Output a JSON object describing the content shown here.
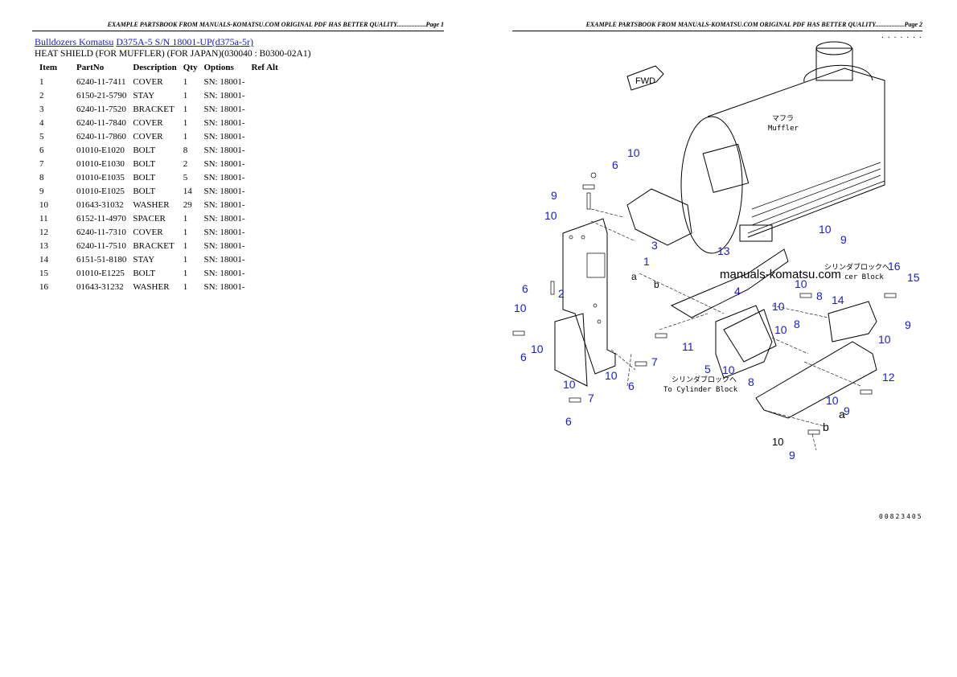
{
  "header": {
    "page1": "EXAMPLE PARTSBOOK FROM MANUALS-KOMATSU.COM ORIGINAL PDF HAS BETTER QUALITY..................Page 1",
    "page2": "EXAMPLE PARTSBOOK FROM MANUALS-KOMATSU.COM ORIGINAL PDF HAS BETTER QUALITY..................Page 2"
  },
  "breadcrumb": {
    "link1": "Bulldozers Komatsu",
    "link2": "D375A-5 S/N 18001-UP(d375a-5r)"
  },
  "subtitle": "HEAT SHIELD (FOR MUFFLER) (FOR JAPAN)(030040 : B0300-02A1)",
  "table": {
    "columns": [
      "Item",
      "PartNo",
      "Description",
      "Qty",
      "Options",
      "Ref Alt"
    ],
    "rows": [
      [
        "1",
        "6240-11-7411",
        "COVER",
        "1",
        "SN: 18001-",
        ""
      ],
      [
        "2",
        "6150-21-5790",
        "STAY",
        "1",
        "SN: 18001-",
        ""
      ],
      [
        "3",
        "6240-11-7520",
        "BRACKET",
        "1",
        "SN: 18001-",
        ""
      ],
      [
        "4",
        "6240-11-7840",
        "COVER",
        "1",
        "SN: 18001-",
        ""
      ],
      [
        "5",
        "6240-11-7860",
        "COVER",
        "1",
        "SN: 18001-",
        ""
      ],
      [
        "6",
        "01010-E1020",
        "BOLT",
        "8",
        "SN: 18001-",
        ""
      ],
      [
        "7",
        "01010-E1030",
        "BOLT",
        "2",
        "SN: 18001-",
        ""
      ],
      [
        "8",
        "01010-E1035",
        "BOLT",
        "5",
        "SN: 18001-",
        ""
      ],
      [
        "9",
        "01010-E1025",
        "BOLT",
        "14",
        "SN: 18001-",
        ""
      ],
      [
        "10",
        "01643-31032",
        "WASHER",
        "29",
        "SN: 18001-",
        ""
      ],
      [
        "11",
        "6152-11-4970",
        "SPACER",
        "1",
        "SN: 18001-",
        ""
      ],
      [
        "12",
        "6240-11-7310",
        "COVER",
        "1",
        "SN: 18001-",
        ""
      ],
      [
        "13",
        "6240-11-7510",
        "BRACKET",
        "1",
        "SN: 18001-",
        ""
      ],
      [
        "14",
        "6151-51-8180",
        "STAY",
        "1",
        "SN: 18001-",
        ""
      ],
      [
        "15",
        "01010-E1225",
        "BOLT",
        "1",
        "SN: 18001-",
        ""
      ],
      [
        "16",
        "01643-31232",
        "WASHER",
        "1",
        "SN: 18001-",
        ""
      ]
    ]
  },
  "diagram": {
    "fwd": "FWD",
    "muffler_jp": "マフラ",
    "muffler_en": "Muffler",
    "cyl_jp": "シリンダブロックへ",
    "cyl_en": "To Cylinder Block",
    "cyl_en_partial": "cer Block",
    "watermark": "manuals-komatsu.com",
    "letters": [
      "a",
      "b",
      "a",
      "b"
    ],
    "callouts": [
      "10",
      "6",
      "9",
      "10",
      "3",
      "1",
      "13",
      "10",
      "9",
      "16",
      "15",
      "6",
      "2",
      "10",
      "4",
      "10",
      "8",
      "14",
      "10",
      "6",
      "10",
      "7",
      "11",
      "10",
      "8",
      "9",
      "10",
      "6",
      "10",
      "7",
      "5",
      "10",
      "8",
      "12",
      "10",
      "9",
      "6",
      "10",
      "6",
      "10",
      "9"
    ],
    "drawing_code": "00823405",
    "dots": "·······"
  }
}
